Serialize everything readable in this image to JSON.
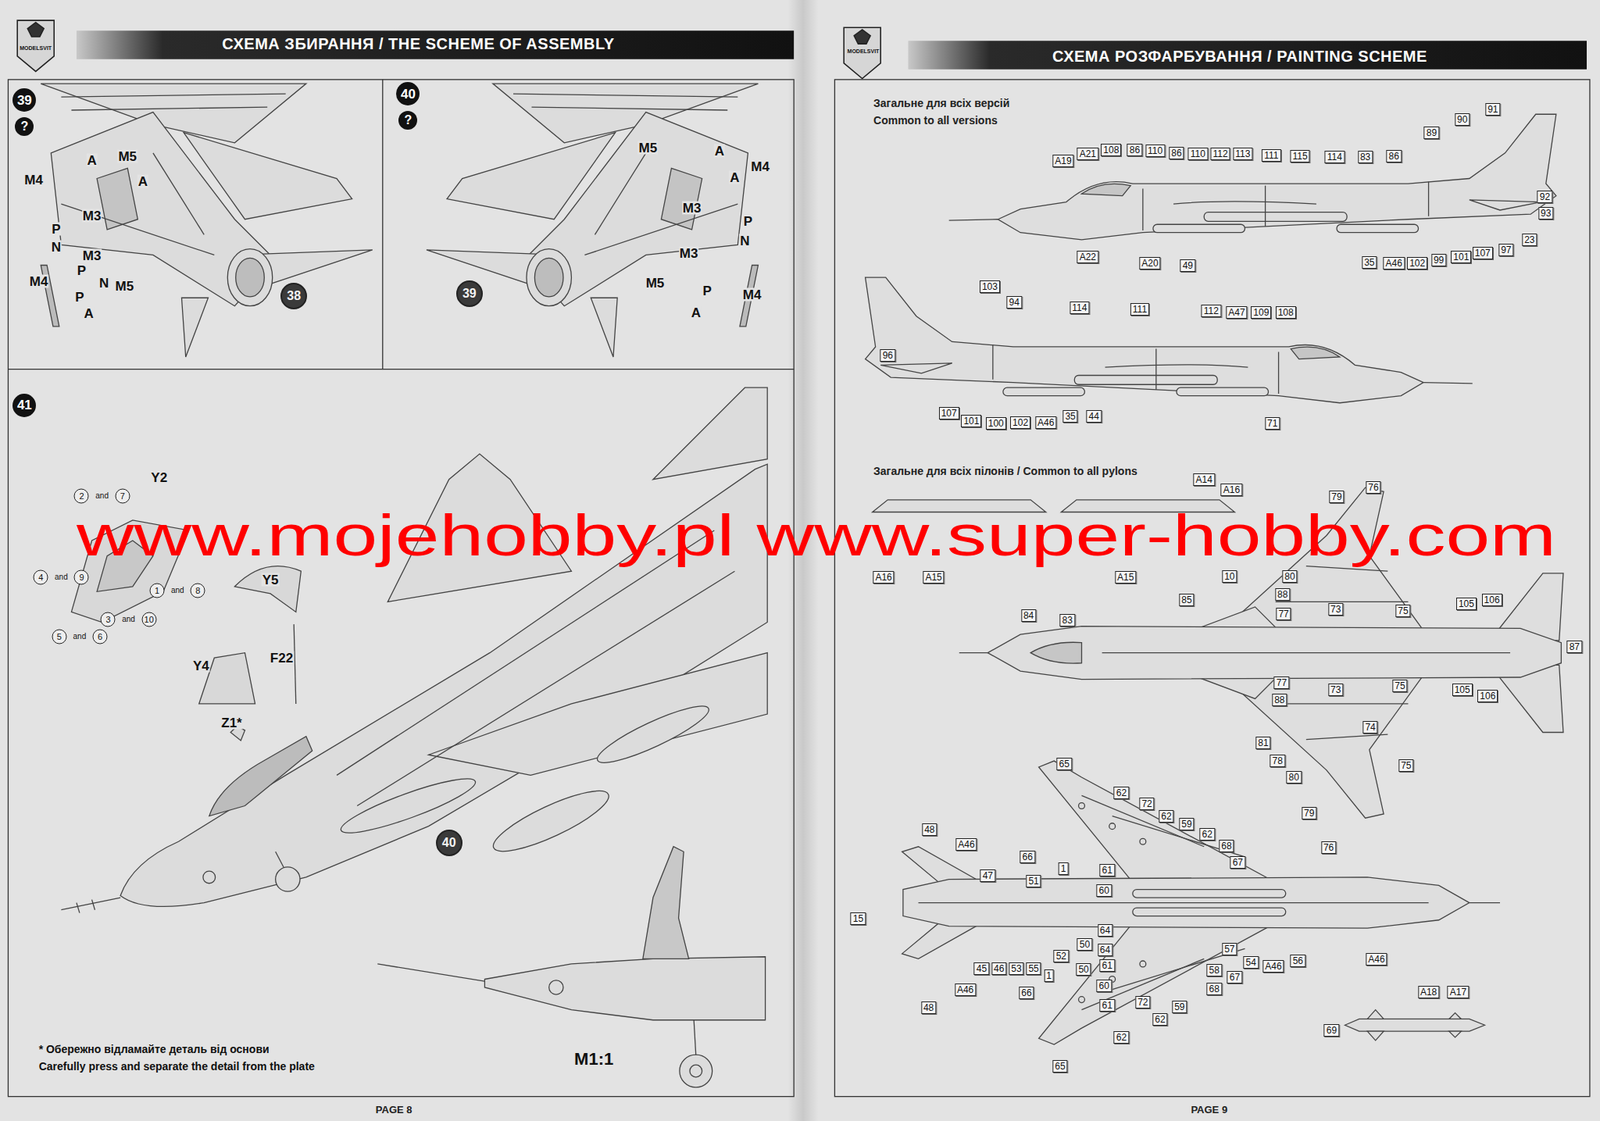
{
  "diagram": {
    "labels": [
      "MODELSVIT",
      "СХЕМА ЗБИРАННЯ / THE SCHEME OF ASSEMBLY",
      "MODELSVIT",
      "СХЕМА РОЗФАРБУВАННЯ / PAINTING SCHEME",
      "39",
      "?",
      "M5",
      "A",
      "A",
      "M4",
      "M3",
      "P",
      "N",
      "M3",
      "P",
      "N",
      "M5",
      "M4",
      "P",
      "A",
      "38",
      "40",
      "?",
      "M5",
      "A",
      "A",
      "M4",
      "M3",
      "P",
      "N",
      "M3",
      "M5",
      "P",
      "A",
      "M4",
      "39",
      "41",
      "Y2",
      "2",
      "and",
      "7",
      "4",
      "and",
      "9",
      "1",
      "and",
      "8",
      "3",
      "and",
      "10",
      "5",
      "and",
      "6",
      "Y5",
      "Y4",
      "F22",
      "Z1*",
      "40",
      "M1:1",
      "* Обережно відламайте деталь від основи",
      "Carefully press and separate the detail from the plate",
      "PAGE 8",
      "Загальне для всіх версій",
      "Common to all versions",
      "A19",
      "A21",
      "108",
      "86",
      "110",
      "86",
      "110",
      "112",
      "113",
      "111",
      "115",
      "114",
      "83",
      "86",
      "89",
      "90",
      "91",
      "92",
      "93",
      "23",
      "97",
      "107",
      "101",
      "99",
      "102",
      "A46",
      "35",
      "49",
      "A20",
      "A22",
      "103",
      "94",
      "96",
      "114",
      "111",
      "112",
      "A47",
      "109",
      "108",
      "107",
      "101",
      "100",
      "102",
      "A46",
      "35",
      "44",
      "71",
      "Загальне для всіх пілонів / Common to all pylons",
      "A14",
      "A16",
      "A16",
      "A15",
      "A15",
      "76",
      "79",
      "80",
      "10",
      "88",
      "77",
      "73",
      "75",
      "105",
      "106",
      "87",
      "84",
      "83",
      "85",
      "77",
      "88",
      "73",
      "75",
      "105",
      "106",
      "74",
      "81",
      "78",
      "80",
      "79",
      "76",
      "75",
      "65",
      "62",
      "72",
      "62",
      "59",
      "62",
      "68",
      "67",
      "48",
      "A46",
      "66",
      "47",
      "51",
      "1",
      "61",
      "60",
      "64",
      "50",
      "64",
      "61",
      "15",
      "45",
      "46",
      "53",
      "55",
      "52",
      "1",
      "50",
      "60",
      "61",
      "72",
      "62",
      "59",
      "62",
      "54",
      "57",
      "58",
      "68",
      "67",
      "A46",
      "56",
      "A46",
      "48",
      "A46",
      "66",
      "65",
      "A18",
      "A17",
      "69",
      "PAGE 9",
      "www.mojehobby.pl www.super-hobby.com"
    ]
  }
}
